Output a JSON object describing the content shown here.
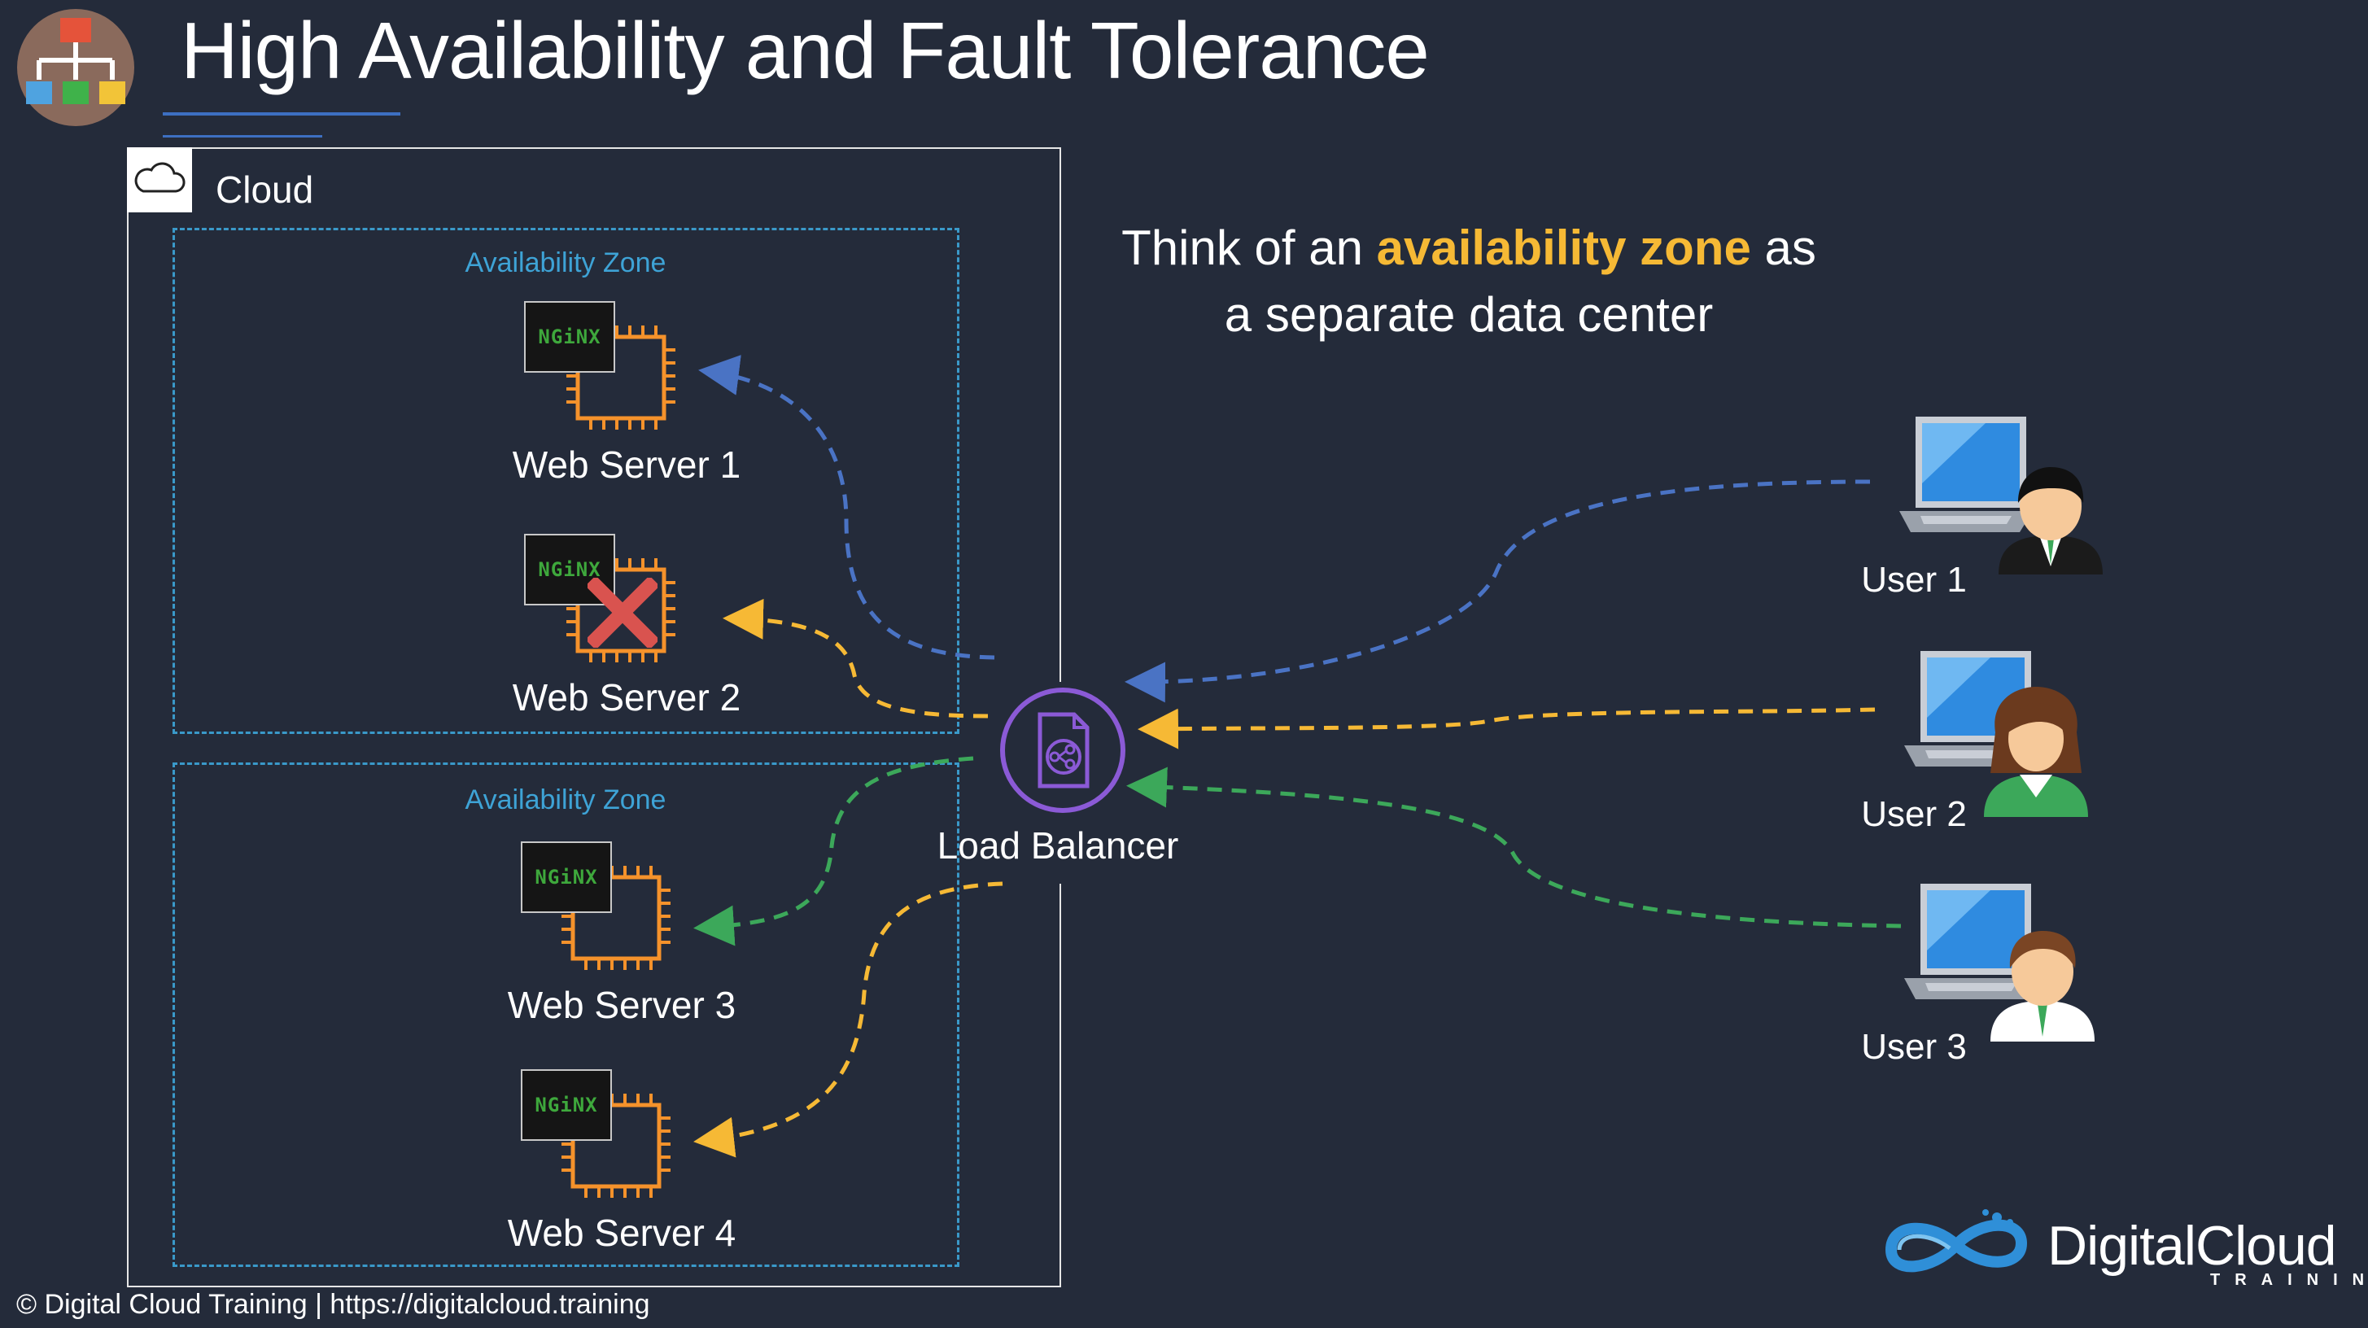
{
  "title": "High Availability and Fault Tolerance",
  "cloud": {
    "label": "Cloud"
  },
  "zones": [
    {
      "label": "Availability Zone"
    },
    {
      "label": "Availability Zone"
    }
  ],
  "servers": [
    {
      "label": "Web Server 1",
      "logo": "NGiNX",
      "failed": false
    },
    {
      "label": "Web Server 2",
      "logo": "NGiNX",
      "failed": true
    },
    {
      "label": "Web Server 3",
      "logo": "NGiNX",
      "failed": false
    },
    {
      "label": "Web Server 4",
      "logo": "NGiNX",
      "failed": false
    }
  ],
  "load_balancer": {
    "label": "Load Balancer"
  },
  "caption": {
    "line1_before": "Think of an ",
    "line1_highlight": "availability zone",
    "line1_after": " as",
    "line2": "a separate data center"
  },
  "users": [
    {
      "label": "User 1"
    },
    {
      "label": "User 2"
    },
    {
      "label": "User 3"
    }
  ],
  "footer": "© Digital Cloud Training  | https://digitalcloud.training",
  "brand": {
    "name": "DigitalCloud",
    "sub": "TRAINING"
  },
  "colors": {
    "background": "#242b3a",
    "user1_flow": "#4a73c4",
    "user2_flow": "#f6b935",
    "user3_flow": "#3ca85a",
    "zone_border": "#3a99c9",
    "load_balancer": "#8b5ad6",
    "ec2_chip": "#f5922b",
    "failure_cross": "#d9534f"
  }
}
